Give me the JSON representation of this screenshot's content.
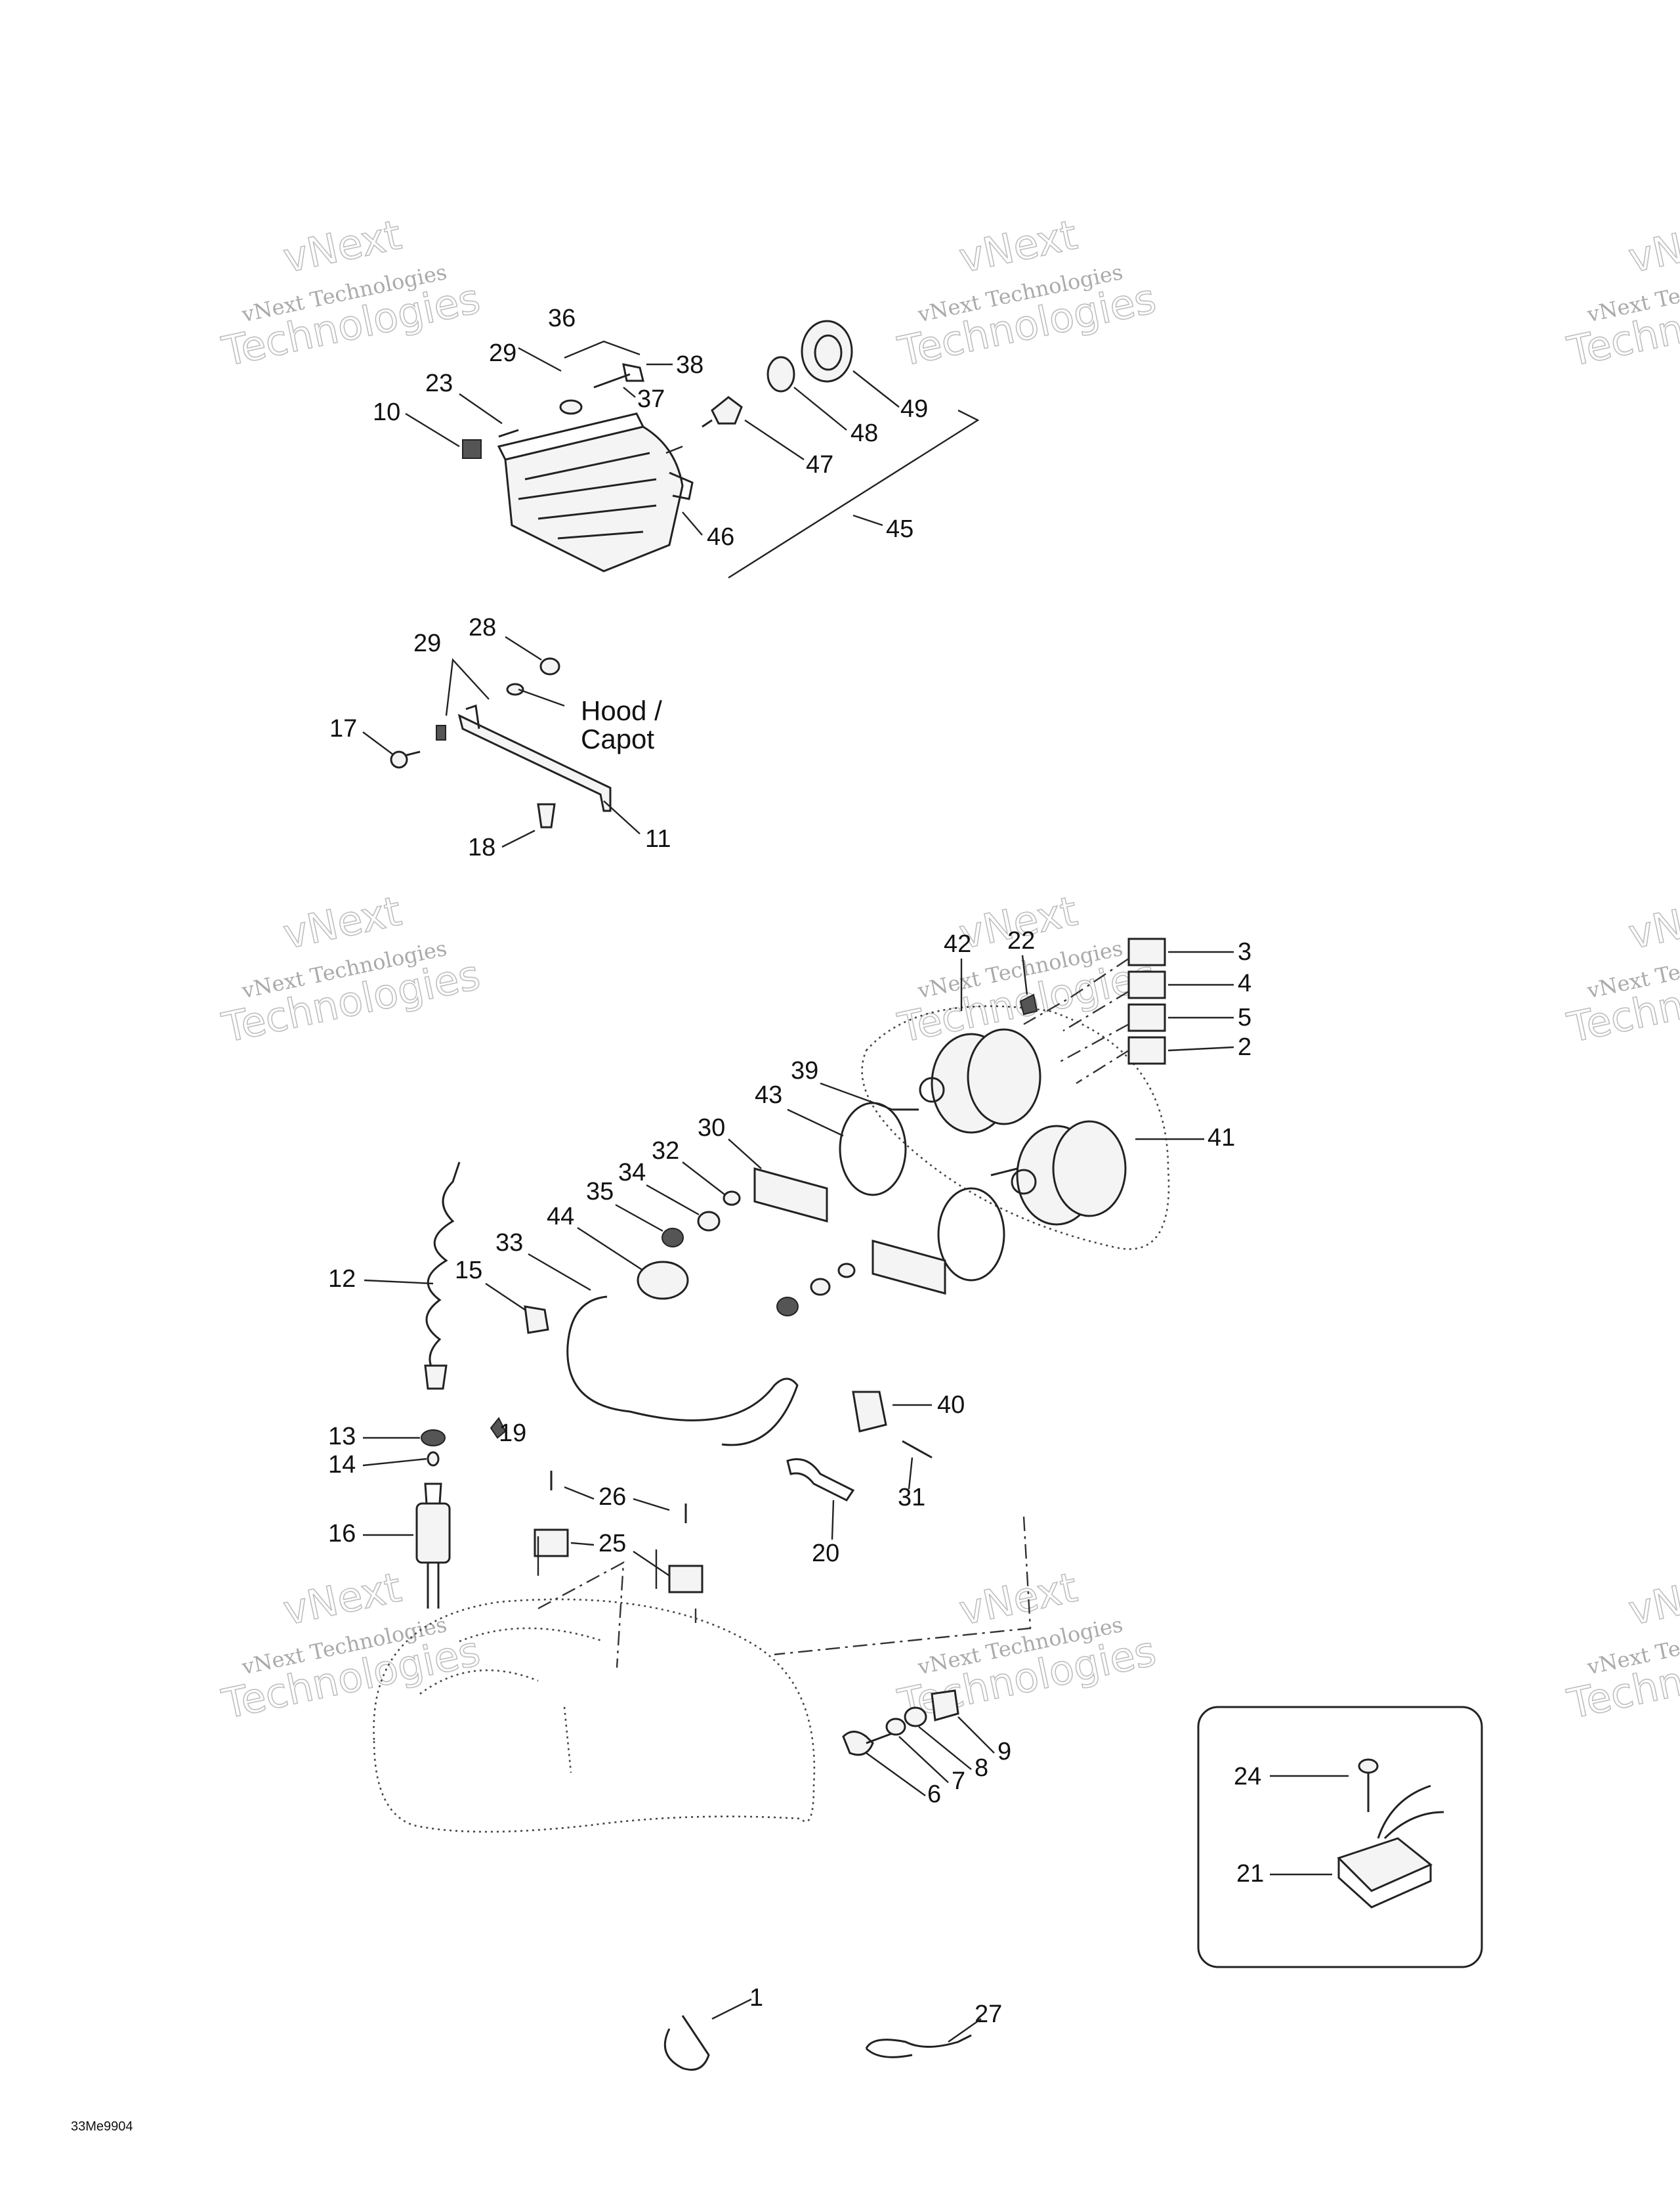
{
  "watermark": {
    "line1": "vNext",
    "line2": "vNext Technologies",
    "line3": "Technologies"
  },
  "figure_code": "33Me9904",
  "hood_label_line1": "Hood /",
  "hood_label_line2": "Capot",
  "callouts": [
    "1",
    "2",
    "3",
    "4",
    "5",
    "6",
    "7",
    "8",
    "9",
    "10",
    "11",
    "12",
    "13",
    "14",
    "15",
    "16",
    "17",
    "18",
    "19",
    "20",
    "21",
    "22",
    "23",
    "24",
    "25",
    "26",
    "27",
    "28",
    "29",
    "30",
    "31",
    "32",
    "33",
    "34",
    "35",
    "36",
    "37",
    "38",
    "39",
    "40",
    "41",
    "42",
    "43",
    "44",
    "45",
    "46",
    "47",
    "48",
    "49"
  ]
}
